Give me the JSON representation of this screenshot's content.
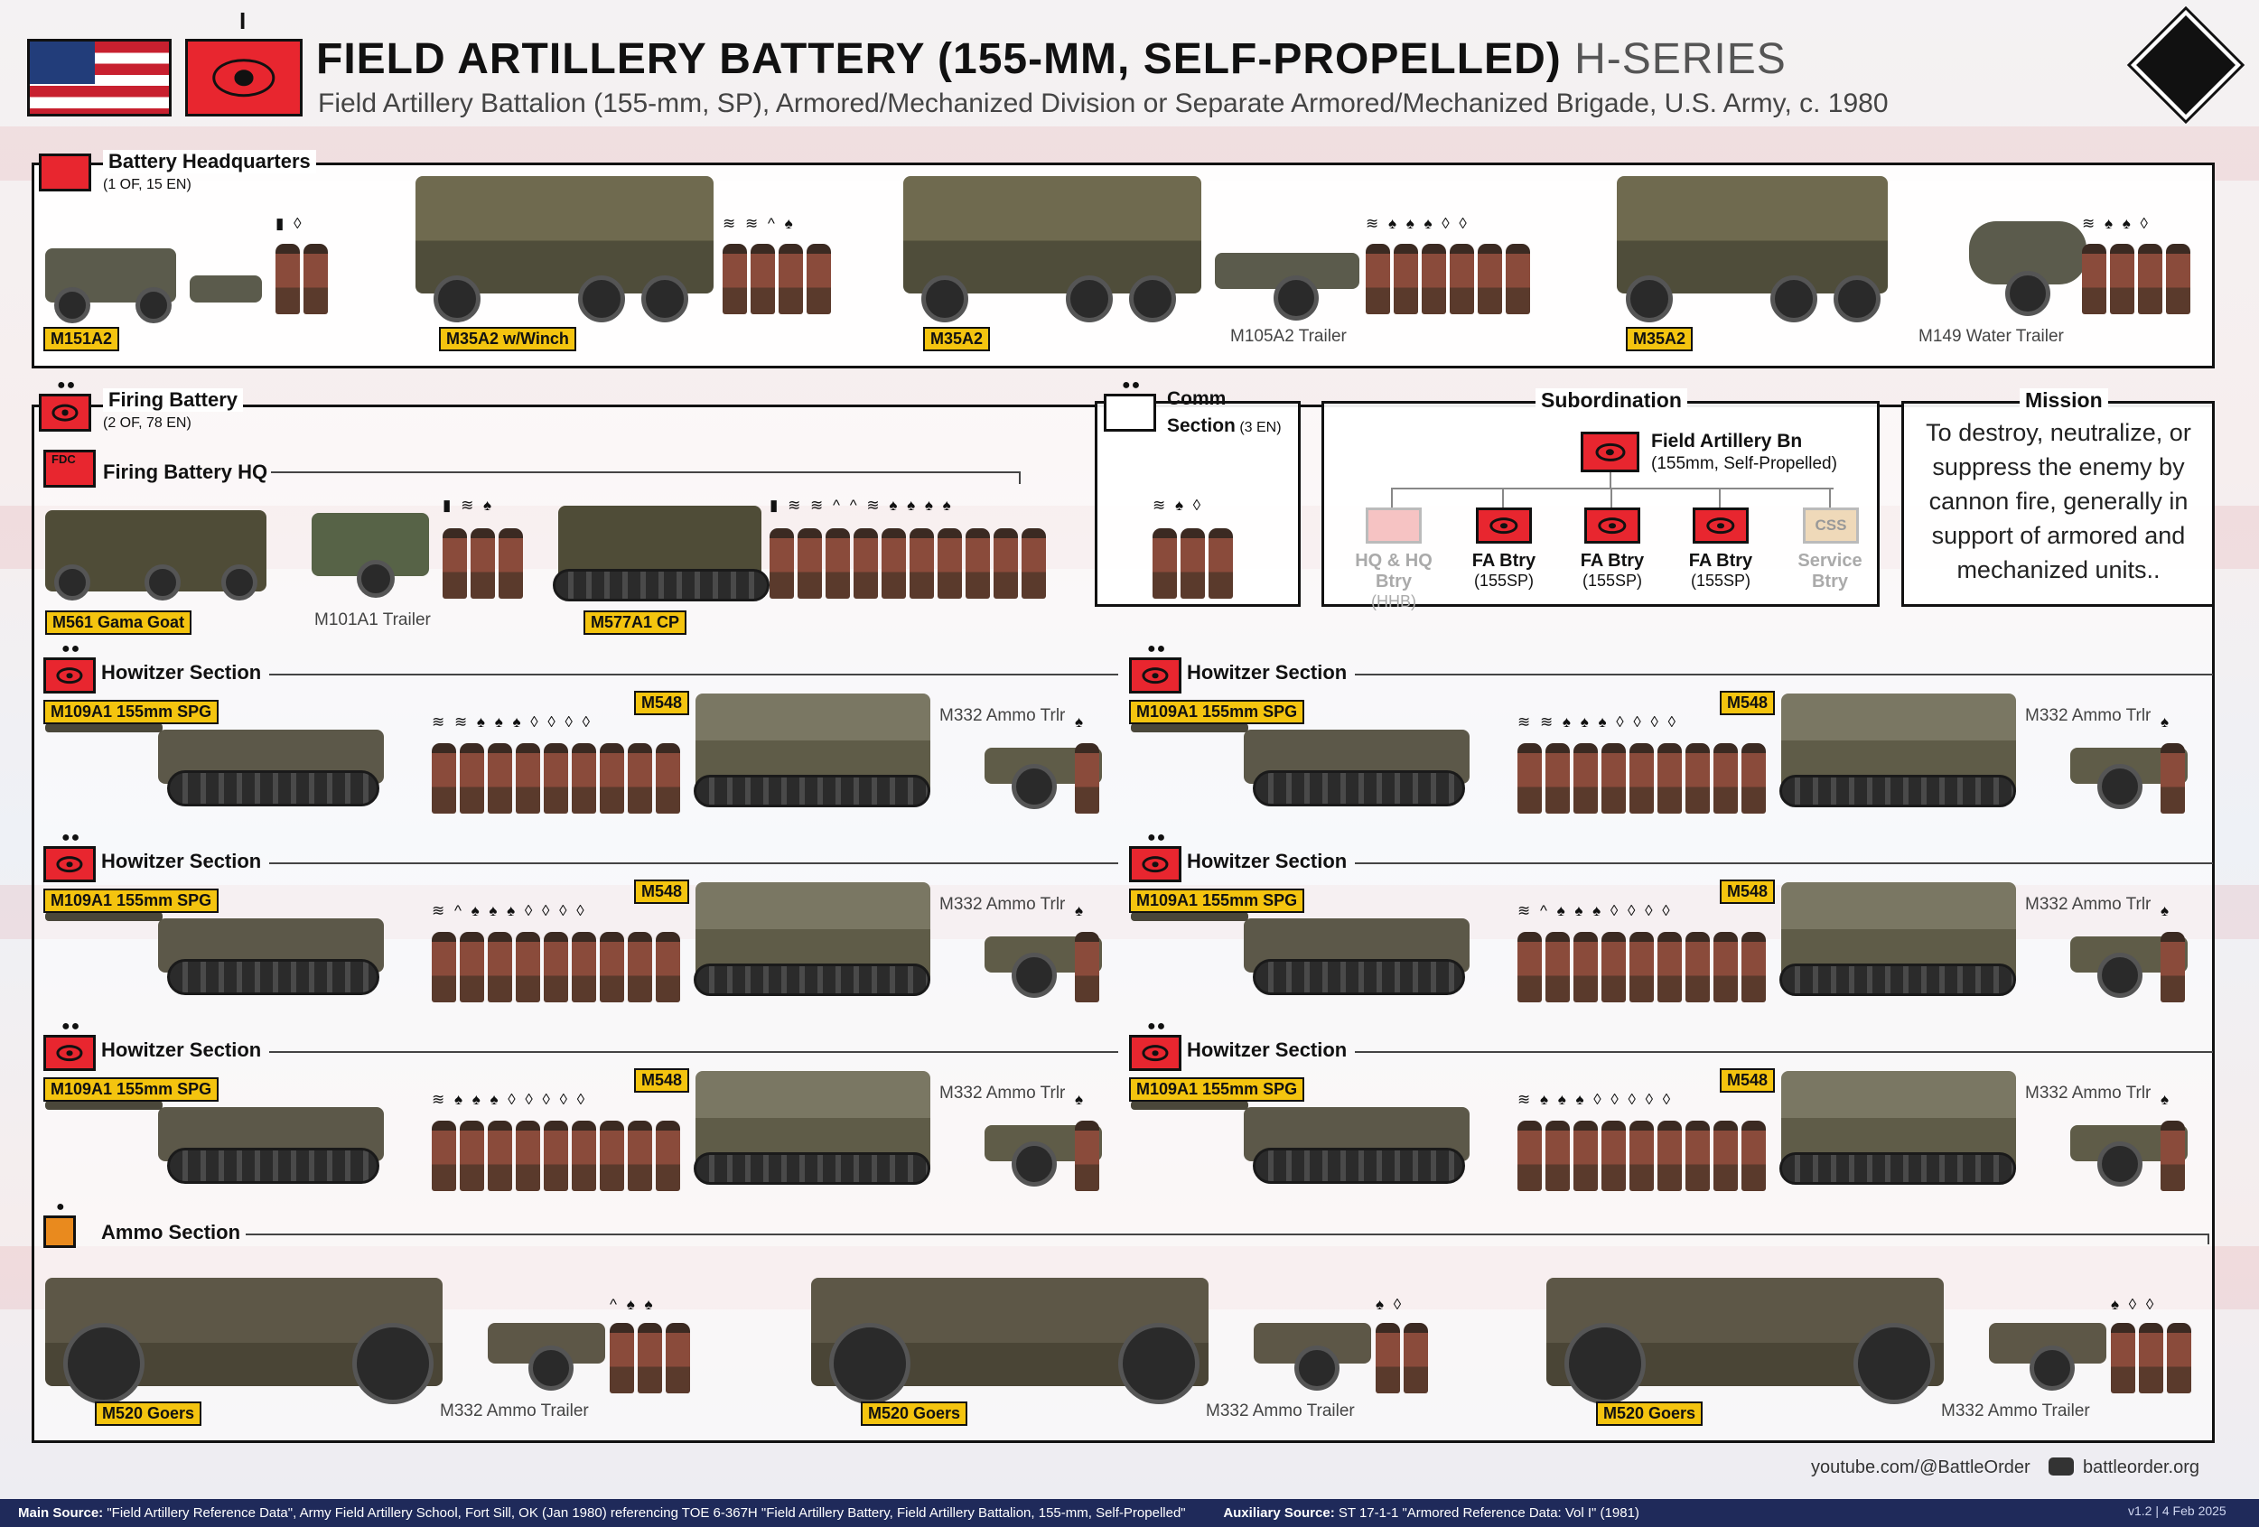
{
  "header": {
    "title": "FIELD ARTILLERY BATTERY (155-MM, SELF-PROPELLED)",
    "series": "H-SERIES",
    "subtitle": "Field Artillery Battalion (155-mm, SP), Armored/Mechanized Division or Separate Armored/Mechanized Brigade, U.S. Army, c. 1980",
    "unit_symbol_echelon": "I"
  },
  "battery_hq": {
    "title": "Battery Headquarters",
    "strength": "(1 OF, 15 EN)",
    "vehicles": [
      {
        "name": "M151A2",
        "trailer": ""
      },
      {
        "name": "M35A2 w/Winch",
        "trailer": ""
      },
      {
        "name": "M35A2",
        "trailer": "M105A2 Trailer"
      },
      {
        "name": "M35A2",
        "trailer": "M149 Water Trailer"
      }
    ]
  },
  "firing_battery": {
    "title": "Firing Battery",
    "strength": "(2 OF, 78 EN)",
    "hq_title": "Firing Battery HQ",
    "fdc_label": "FDC",
    "vehicles": [
      {
        "name": "M561 Gama Goat",
        "trailer": "M101A1 Trailer"
      },
      {
        "name": "M577A1 CP",
        "trailer": ""
      }
    ]
  },
  "comm_section": {
    "title": "Comm",
    "title2": "Section",
    "strength": "(3 EN)"
  },
  "subordination": {
    "title": "Subordination",
    "parent": "Field Artillery Bn",
    "parent_sub": "(155mm, Self-Propelled)",
    "children": [
      {
        "name": "HQ & HQ Btry",
        "sub": "(HHB)",
        "muted": true
      },
      {
        "name": "FA Btry",
        "sub": "(155SP)",
        "muted": false
      },
      {
        "name": "FA Btry",
        "sub": "(155SP)",
        "muted": false
      },
      {
        "name": "FA Btry",
        "sub": "(155SP)",
        "muted": false
      },
      {
        "name": "Service",
        "sub": "Btry",
        "muted": true
      }
    ],
    "css_label": "CSS"
  },
  "mission": {
    "title": "Mission",
    "text": "To destroy, neutralize, or suppress the enemy by cannon fire, generally in support of armored and mechanized units.."
  },
  "howitzer_sections": [
    {
      "title": "Howitzer Section",
      "spg": "M109A1 155mm SPG",
      "carrier": "M548",
      "trailer": "M332 Ammo Trlr"
    },
    {
      "title": "Howitzer Section",
      "spg": "M109A1 155mm SPG",
      "carrier": "M548",
      "trailer": "M332 Ammo Trlr"
    },
    {
      "title": "Howitzer Section",
      "spg": "M109A1 155mm SPG",
      "carrier": "M548",
      "trailer": "M332 Ammo Trlr"
    },
    {
      "title": "Howitzer Section",
      "spg": "M109A1 155mm SPG",
      "carrier": "M548",
      "trailer": "M332 Ammo Trlr"
    },
    {
      "title": "Howitzer Section",
      "spg": "M109A1 155mm SPG",
      "carrier": "M548",
      "trailer": "M332 Ammo Trlr"
    },
    {
      "title": "Howitzer Section",
      "spg": "M109A1 155mm SPG",
      "carrier": "M548",
      "trailer": "M332 Ammo Trlr"
    }
  ],
  "ammo_section": {
    "title": "Ammo Section",
    "groups": [
      {
        "vehicle": "M520 Goers",
        "trailer": "M332 Ammo Trailer"
      },
      {
        "vehicle": "M520 Goers",
        "trailer": "M332 Ammo Trailer"
      },
      {
        "vehicle": "M520 Goers",
        "trailer": "M332 Ammo Trailer"
      }
    ]
  },
  "credits": {
    "youtube": "youtube.com/@BattleOrder",
    "site": "battleorder.org",
    "version": "v1.2 | 4 Feb 2025"
  },
  "footer": {
    "main_label": "Main Source:",
    "main_text": "\"Field Artillery Reference Data\", Army Field Artillery School, Fort Sill, OK (Jan 1980) referencing TOE 6-367H \"Field Artillery Battery, Field Artillery Battalion, 155-mm, Self-Propelled\"",
    "aux_label": "Auxiliary Source:",
    "aux_text": "ST 17-1-1 \"Armored Reference Data: Vol I\" (1981)"
  },
  "colors": {
    "symbol_red": "#e8262f",
    "tag_yellow": "#f4c40f",
    "footer_navy": "#1f2a5a"
  }
}
